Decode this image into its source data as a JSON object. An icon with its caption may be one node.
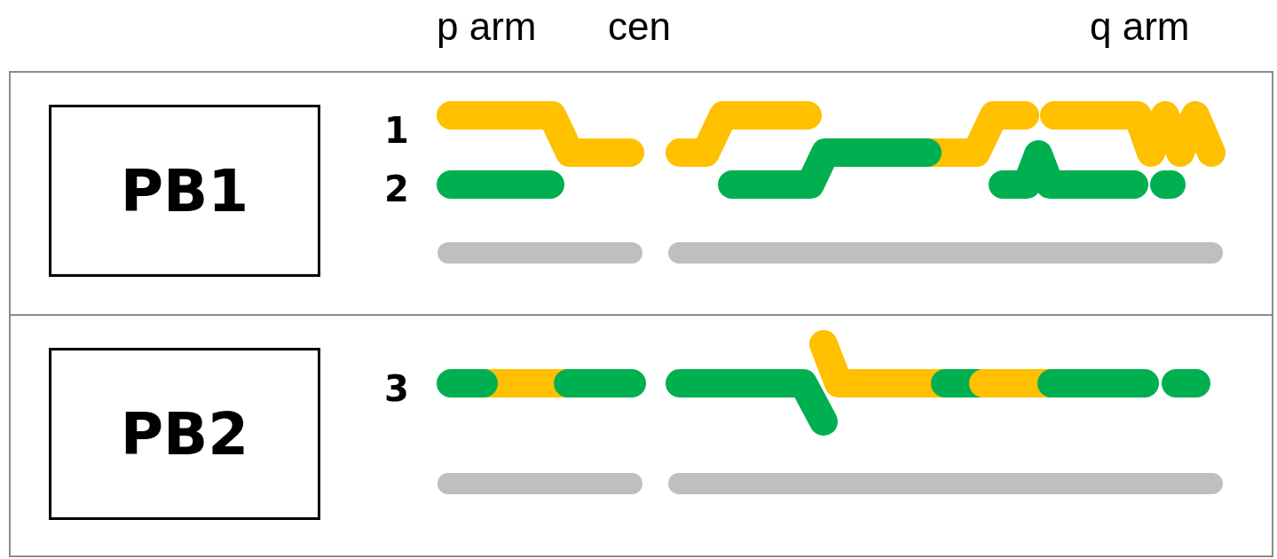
{
  "diagram": {
    "nodes": [
      {
        "text": [],
        "shape": "box"
      },
      {
        "text": [
          "PB1"
        ],
        "in": 0
      },
      {
        "text": [],
        "shape": "box"
      },
      {
        "text": [
          "PB2"
        ],
        "in": 2
      }
    ],
    "labels": [
      "p arm",
      "cen",
      "q arm",
      "1",
      "2",
      "3"
    ]
  }
}
